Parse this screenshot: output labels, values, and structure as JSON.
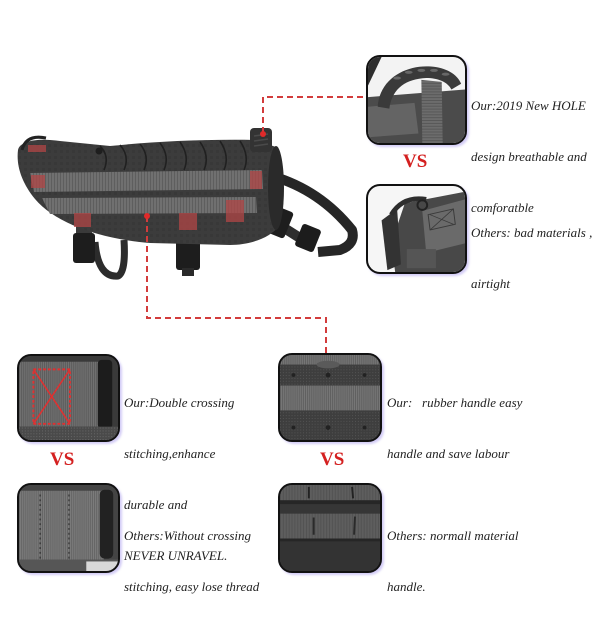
{
  "colors": {
    "vs_red": "#d42020",
    "connector_red": "#d23c3c",
    "photo_border": "#111111",
    "text": "#222222",
    "background": "#ffffff"
  },
  "product": {
    "image": "tactical-dog-harness-photo"
  },
  "comparisons": {
    "top_right": {
      "ours": {
        "image": "rubber-hole-handle-closeup",
        "lines": [
          "Our:2019 New HOLE",
          "design breathable and",
          "comforatble"
        ]
      },
      "vs": "VS",
      "others": {
        "image": "airtight-handle-closeup",
        "lines": [
          "Others: bad materials ,",
          "airtight"
        ]
      }
    },
    "bottom_left": {
      "ours": {
        "image": "double-crossing-stitching-closeup",
        "lines": [
          "Our:Double crossing",
          "stitching,enhance",
          "durable and",
          "NEVER UNRAVEL."
        ]
      },
      "vs": "VS",
      "others": {
        "image": "plain-stitching-closeup",
        "lines": [
          "Others:Without crossing",
          "stitching, easy lose thread"
        ]
      }
    },
    "bottom_middle": {
      "ours": {
        "image": "rubber-handle-webbing-closeup",
        "lines": [
          "Our:   rubber handle easy",
          "handle and save labour"
        ]
      },
      "vs": "VS",
      "others": {
        "image": "normal-material-handle-closeup",
        "lines": [
          "Others: normall material",
          "handle."
        ]
      }
    }
  }
}
